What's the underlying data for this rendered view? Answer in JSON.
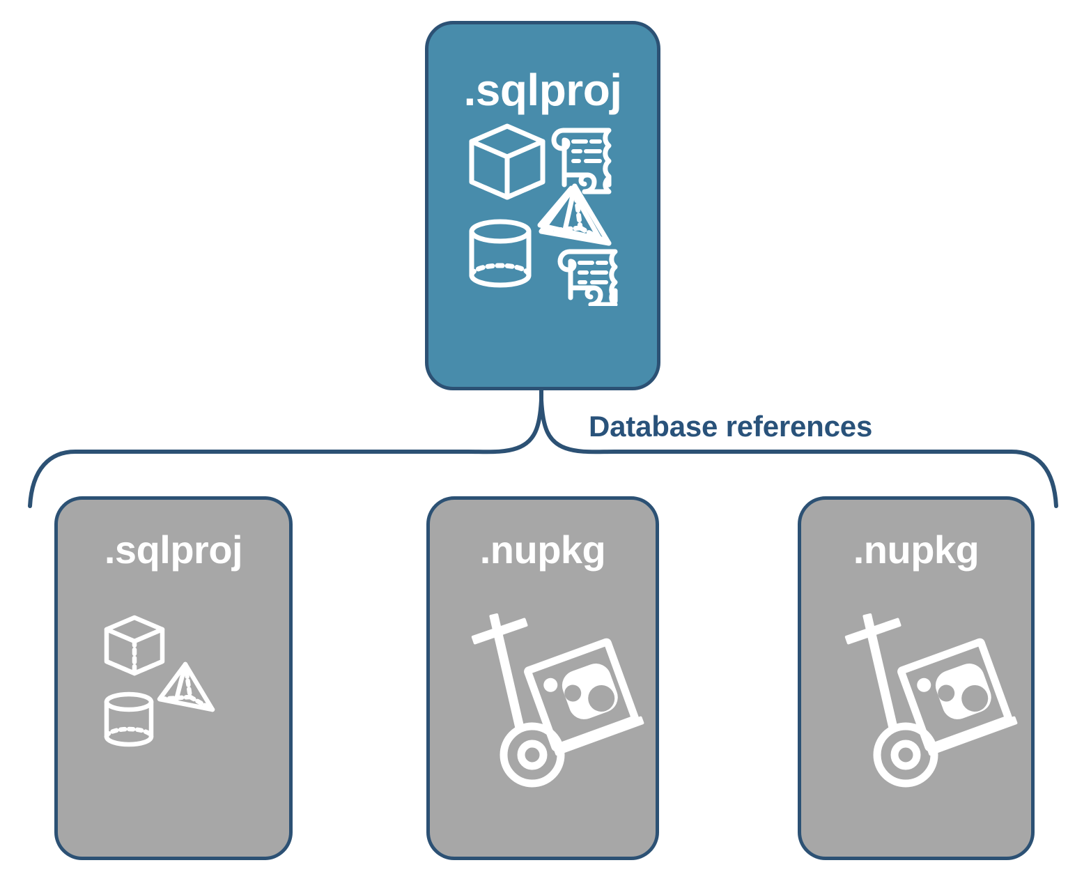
{
  "diagram": {
    "title_text": "Database references",
    "colors": {
      "blue_fill": "#488cab",
      "gray_fill": "#a7a7a7",
      "outline": "#2c5174",
      "label": "#29527a",
      "icon": "#ffffff",
      "background": "#ffffff"
    }
  },
  "top_node": {
    "label": ".sqlproj",
    "type": "project",
    "icons": [
      "cube-icon",
      "scroll-icon",
      "pyramid-icon",
      "cylinder-icon",
      "scroll-icon"
    ]
  },
  "connector": {
    "label": "Database references",
    "kind": "curly-brace",
    "children_count": 3
  },
  "children": [
    {
      "label": ".sqlproj",
      "type": "project",
      "icons": [
        "cube-icon",
        "pyramid-icon",
        "cylinder-icon"
      ]
    },
    {
      "label": ".nupkg",
      "type": "package",
      "icons": [
        "nuget-hand-truck-icon"
      ]
    },
    {
      "label": ".nupkg",
      "type": "package",
      "icons": [
        "nuget-hand-truck-icon"
      ]
    }
  ]
}
